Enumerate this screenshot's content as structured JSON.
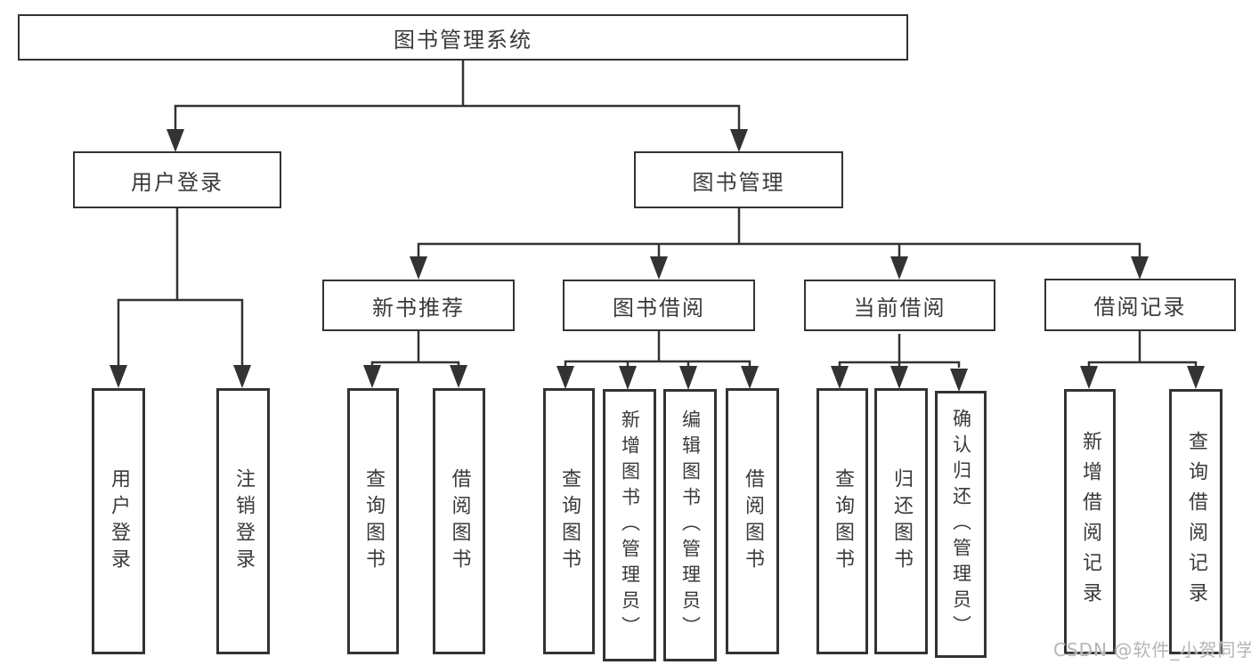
{
  "tree": {
    "root": {
      "label": "图书管理系统"
    },
    "branches": [
      {
        "label": "用户登录",
        "children": [
          {
            "label": "用户登录"
          },
          {
            "label": "注销登录"
          }
        ]
      },
      {
        "label": "图书管理",
        "children": [
          {
            "label": "新书推荐",
            "children": [
              {
                "label": "查询图书"
              },
              {
                "label": "借阅图书"
              }
            ]
          },
          {
            "label": "图书借阅",
            "children": [
              {
                "label": "查询图书"
              },
              {
                "label": "新增图书（管理员）"
              },
              {
                "label": "编辑图书（管理员）"
              },
              {
                "label": "借阅图书"
              }
            ]
          },
          {
            "label": "当前借阅",
            "children": [
              {
                "label": "查询图书"
              },
              {
                "label": "归还图书"
              },
              {
                "label": "确认归还（管理员）"
              }
            ]
          },
          {
            "label": "借阅记录",
            "children": [
              {
                "label": "新增借阅记录"
              },
              {
                "label": "查询借阅记录"
              }
            ]
          }
        ]
      }
    ]
  },
  "watermark": {
    "text": "CSDN @软件_小贺同学"
  },
  "colors": {
    "line": "#333333",
    "text": "#3a3a3a",
    "watermark": "#b5b5b5",
    "background": "#ffffff"
  }
}
